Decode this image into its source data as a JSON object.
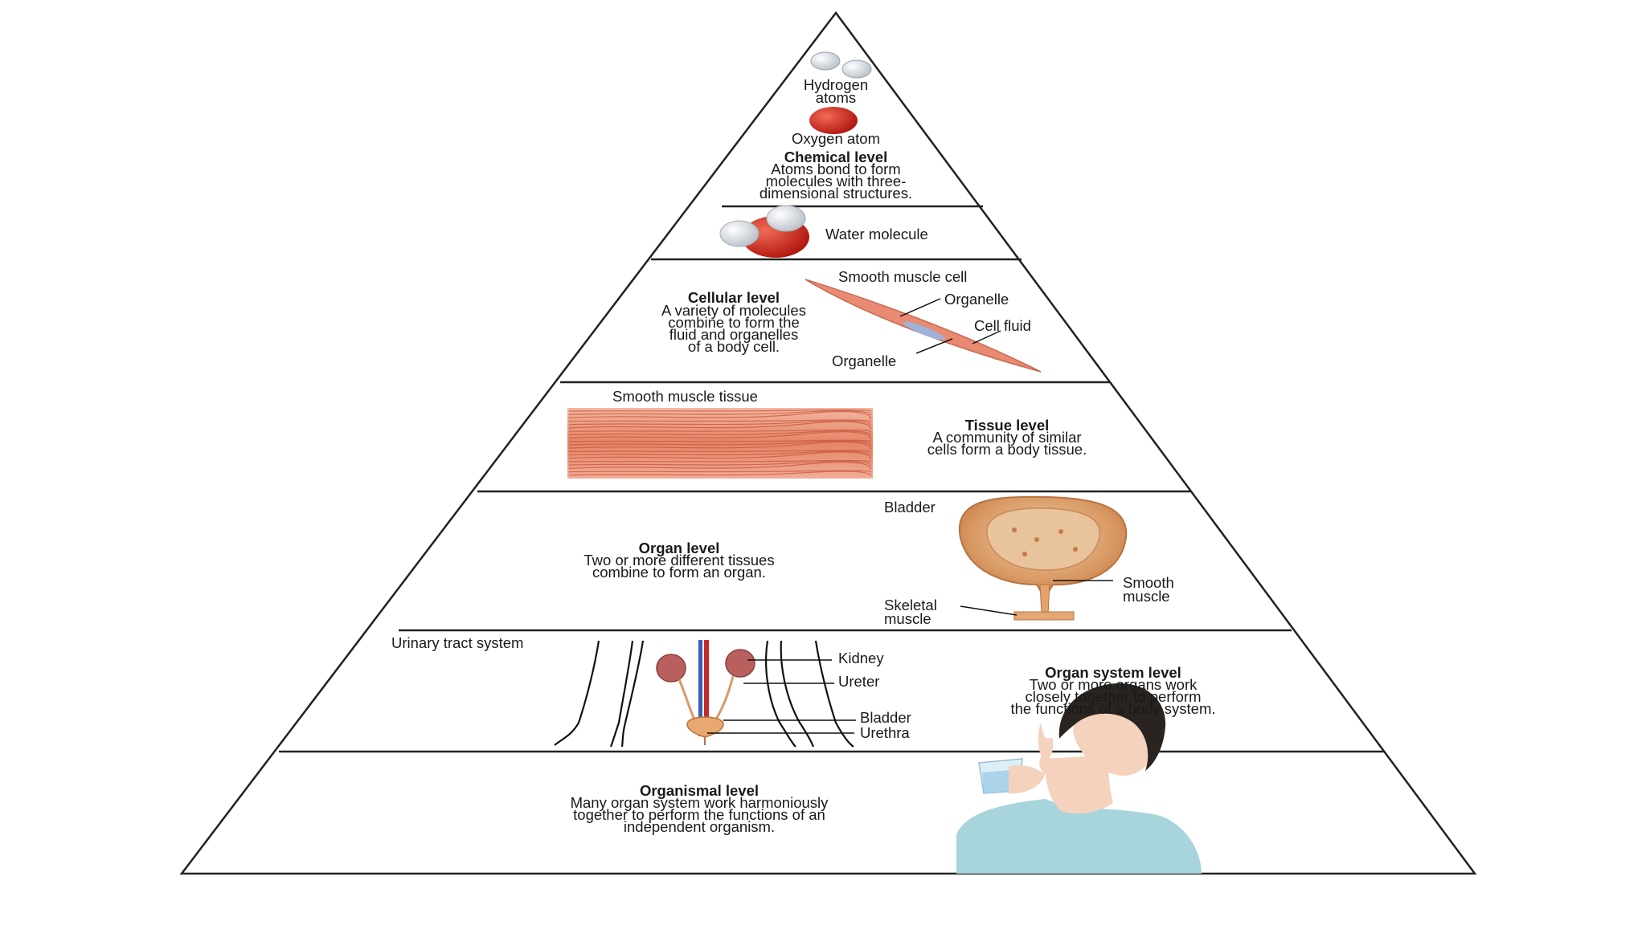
{
  "chemical": {
    "hydrogen_line1": "Hydrogen",
    "hydrogen_line2": "atoms",
    "oxygen": "Oxygen atom",
    "title": "Chemical level",
    "desc1": "Atoms bond to form",
    "desc2": "molecules with three-",
    "desc3": "dimensional structures."
  },
  "molecule": {
    "water": "Water molecule"
  },
  "cellular": {
    "title": "Cellular level",
    "desc1": "A variety of molecules",
    "desc2": "combine to form the",
    "desc3": "fluid and organelles",
    "desc4": "of a body cell.",
    "smooth_muscle_cell": "Smooth muscle cell",
    "organelle_top": "Organelle",
    "cell_fluid": "Cell fluid",
    "organelle_bottom": "Organelle"
  },
  "tissue": {
    "image_label": "Smooth muscle tissue",
    "title": "Tissue level",
    "desc1": "A community of similar",
    "desc2": "cells form a body tissue."
  },
  "organ": {
    "title": "Organ level",
    "desc1": "Two or more different tissues",
    "desc2": "combine to form an organ.",
    "bladder": "Bladder",
    "smooth_muscle1": "Smooth",
    "smooth_muscle2": "muscle",
    "skeletal_muscle1": "Skeletal",
    "skeletal_muscle2": "muscle"
  },
  "organ_system": {
    "image_label": "Urinary tract system",
    "kidney": "Kidney",
    "ureter": "Ureter",
    "bladder": "Bladder",
    "urethra": "Urethra",
    "title": "Organ system level",
    "desc1": "Two or more organs work",
    "desc2": "closely together to perform",
    "desc3": "the functions of a body system."
  },
  "organismal": {
    "title": "Organismal level",
    "desc1": "Many organ system work harmoniously",
    "desc2": "together to perform the functions of an",
    "desc3": "independent organism."
  },
  "colors": {
    "outline": "#222222",
    "oxygen_red": "#c8281e",
    "hydrogen_white": "#e6e9ee",
    "muscle_salmon": "#e07a5f",
    "bladder_tan": "#d9935a",
    "vein_blue": "#3a5fb0",
    "artery_red": "#c62828",
    "kidney": "#b9605e",
    "skin": "#f4d2bd",
    "shirt": "#9fd0d6",
    "hair": "#2a2420"
  }
}
